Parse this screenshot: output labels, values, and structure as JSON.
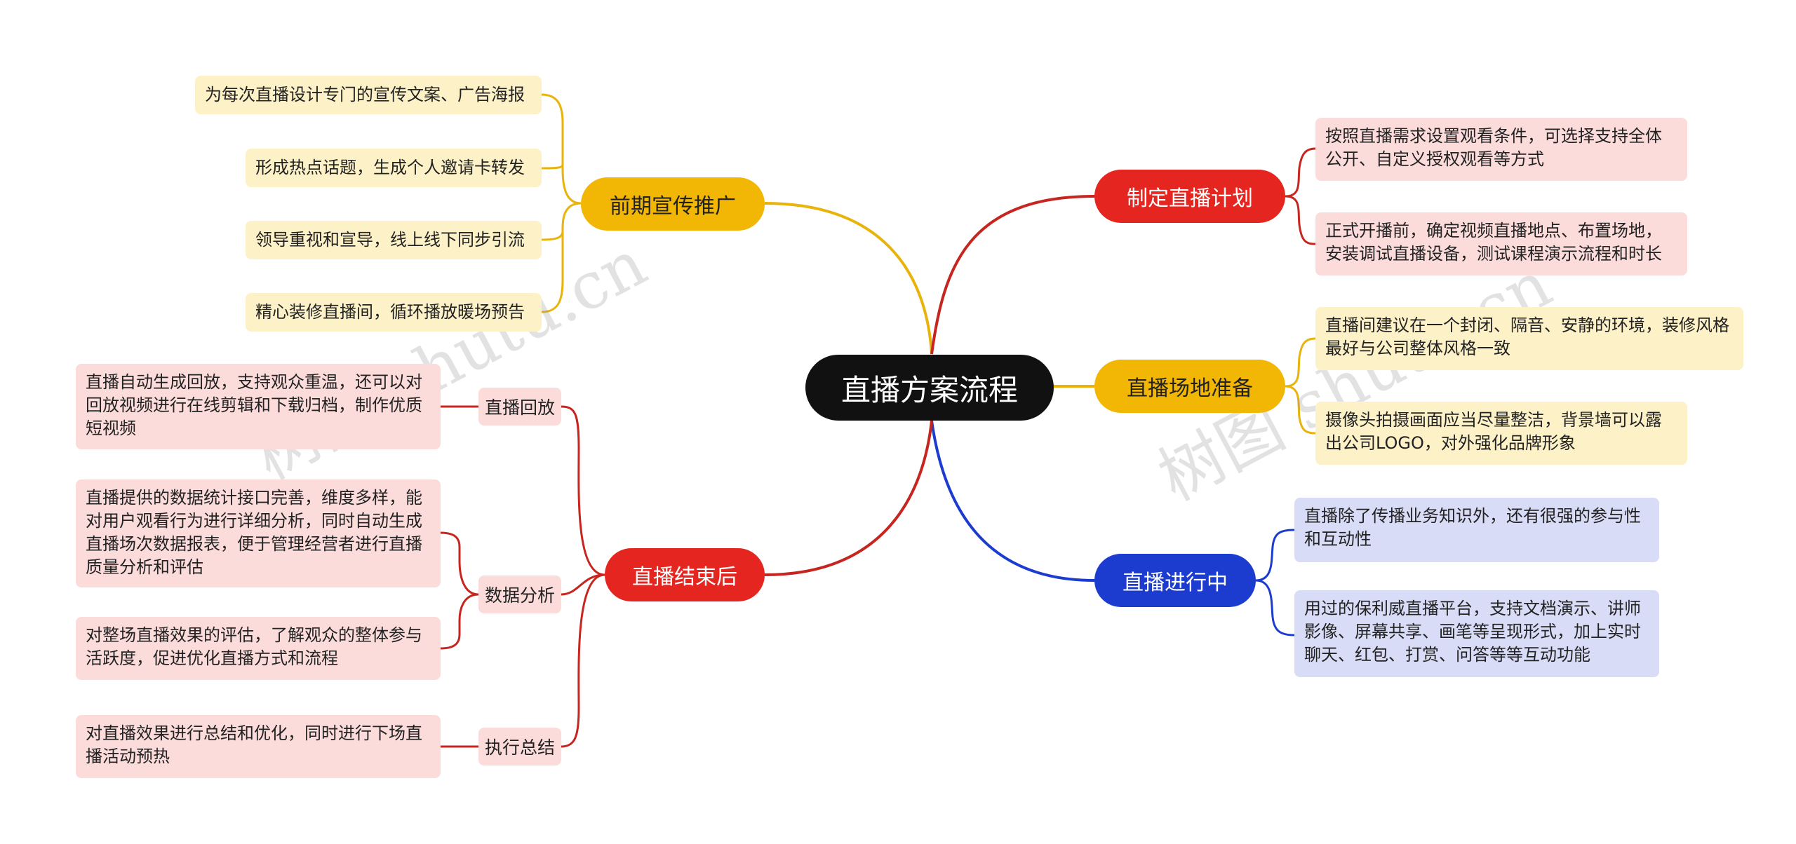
{
  "root": "直播方案流程",
  "watermark": "树图 shutu.cn",
  "colors": {
    "yellow": "#f2b705",
    "red": "#e5251f",
    "blue": "#1c3ccf",
    "root": "#111111"
  },
  "branches": {
    "promo": {
      "label": "前期宣传推广",
      "leaves": [
        "为每次直播设计专门的宣传文案、广告海报",
        "形成热点话题，生成个人邀请卡转发",
        "领导重视和宣导，线上线下同步引流",
        "精心装修直播间，循环播放暖场预告"
      ]
    },
    "plan": {
      "label": "制定直播计划",
      "leaves": [
        "按照直播需求设置观看条件，可选择支持全体公开、自定义授权观看等方式",
        "正式开播前，确定视频直播地点、布置场地，安装调试直播设备，测试课程演示流程和时长"
      ]
    },
    "venue": {
      "label": "直播场地准备",
      "leaves": [
        "直播间建议在一个封闭、隔音、安静的环境，装修风格最好与公司整体风格一致",
        "摄像头拍摄画面应当尽量整洁，背景墙可以露出公司LOGO，对外强化品牌形象"
      ]
    },
    "ongoing": {
      "label": "直播进行中",
      "leaves": [
        "直播除了传播业务知识外，还有很强的参与性和互动性",
        "用过的保利威直播平台，支持文档演示、讲师影像、屏幕共享、画笔等呈现形式，加上实时聊天、红包、打赏、问答等等互动功能"
      ]
    },
    "after": {
      "label": "直播结束后",
      "subs": [
        {
          "label": "直播回放",
          "leaves": [
            "直播自动生成回放，支持观众重温，还可以对回放视频进行在线剪辑和下载归档，制作优质短视频"
          ]
        },
        {
          "label": "数据分析",
          "leaves": [
            "直播提供的数据统计接口完善，维度多样，能对用户观看行为进行详细分析，同时自动生成直播场次数据报表，便于管理经营者进行直播质量分析和评估",
            "对整场直播效果的评估，了解观众的整体参与活跃度，促进优化直播方式和流程"
          ]
        },
        {
          "label": "执行总结",
          "leaves": [
            "对直播效果进行总结和优化，同时进行下场直播活动预热"
          ]
        }
      ]
    }
  }
}
